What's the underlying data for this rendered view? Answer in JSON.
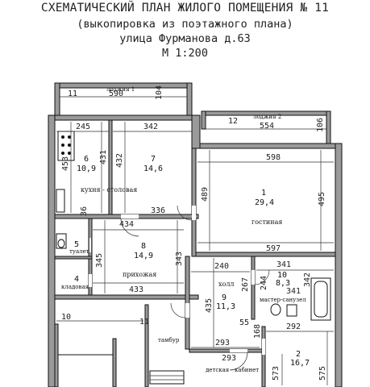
{
  "header": {
    "title_line1": "СХЕМАТИЧЕСКИЙ ПЛАН ЖИЛОГО ПОМЕЩЕНИЯ № 11",
    "title_line2": "(выкопировка из поэтажного плана)",
    "title_line3": "улица Фурманова д.63",
    "title_line4": "М 1:200"
  },
  "balconies": {
    "loggia1_label": "лоджия 1",
    "loggia2_label": "лоджия 2"
  },
  "rooms": [
    {
      "number": "6",
      "area": "10,9",
      "name": "кухня - столовая"
    },
    {
      "number": "7",
      "area": "14,6",
      "name": ""
    },
    {
      "number": "1",
      "area": "29,4",
      "name": "гостиная"
    },
    {
      "number": "5",
      "area": "",
      "name": "туалет"
    },
    {
      "number": "4",
      "area": "",
      "name": "кладовая"
    },
    {
      "number": "8",
      "area": "14,9",
      "name": "прихожая"
    },
    {
      "number": "9",
      "area": "11,3",
      "name": "холл"
    },
    {
      "number": "10",
      "area": "8,3",
      "name": "мастер-санузел"
    },
    {
      "number": "2",
      "area": "16,7",
      "name": "детская - кабинет"
    },
    {
      "number": "",
      "area": "",
      "name": "тамбур"
    }
  ],
  "dimensions": {
    "d_11_top": "11",
    "d_590": "590",
    "d_104": "104",
    "d_12": "12",
    "d_554": "554",
    "d_106": "106",
    "d_245": "245",
    "d_342": "342",
    "d_453": "453",
    "d_431": "431",
    "d_432": "432",
    "d_598": "598",
    "d_489": "489",
    "d_495": "495",
    "d_36": "36",
    "d_434": "434",
    "d_336": "336",
    "d_597": "597",
    "d_345": "345",
    "d_343": "343",
    "d_433": "433",
    "d_240": "240",
    "d_341_top": "341",
    "d_244": "244",
    "d_342_v": "342",
    "d_435": "435",
    "d_267": "267",
    "d_55": "55",
    "d_292": "292",
    "d_168": "168",
    "d_293_a": "293",
    "d_293_b": "293",
    "d_10": "10",
    "d_11_left": "11",
    "d_573": "573",
    "d_575": "575",
    "d_341_room10": "341"
  }
}
